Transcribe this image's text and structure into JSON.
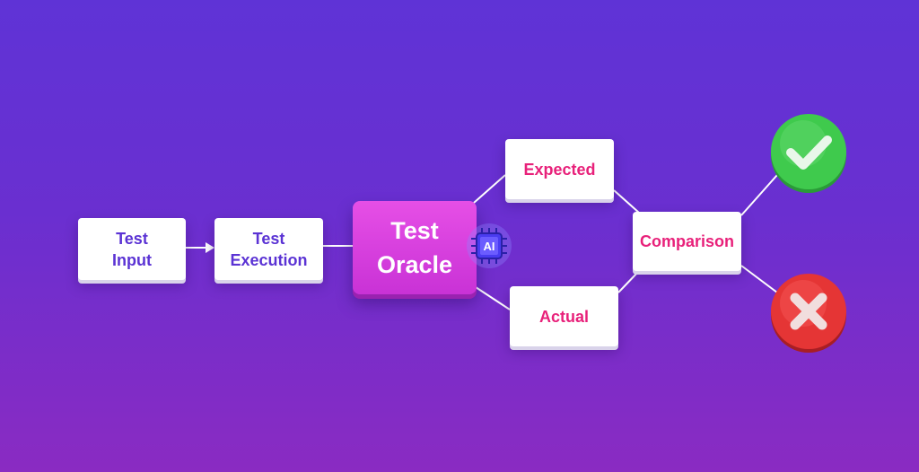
{
  "diagram": {
    "nodes": {
      "test_input": "Test\nInput",
      "test_execution": "Test\nExecution",
      "test_oracle": "Test\nOracle",
      "expected": "Expected",
      "actual": "Actual",
      "comparison": "Comparison"
    },
    "chip_label": "AI",
    "icons": {
      "pass": "checkmark-icon",
      "fail": "cross-icon",
      "chip": "ai-chip-icon"
    },
    "colors": {
      "background_top": "#5f33d6",
      "background_bottom": "#8a2bc2",
      "node_text_primary": "#5b33d4",
      "node_text_accent": "#e8217a",
      "oracle_fill": "#d83fe0",
      "pass_green": "#3fca4d",
      "fail_red": "#e53535"
    }
  }
}
